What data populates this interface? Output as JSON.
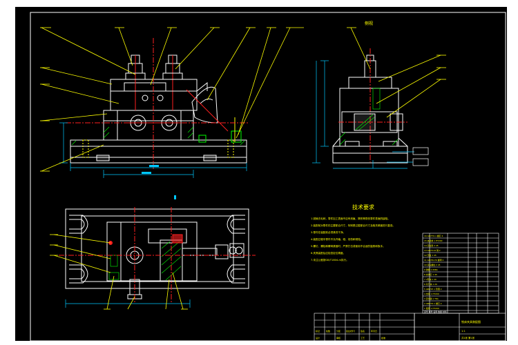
{
  "drawing": {
    "side_view_title": "侧视",
    "tech_req": {
      "title": "技术要求",
      "lines": [
        "1.锐棱去毛刺，零件加工表面不应有划痕、擦伤等损伤零件表面的缺陷。",
        "2.装配前对零件的主要配合尺寸，特别是过盈配合尺寸及相关精度进行复查。",
        "3.零件在装配前必须清洗干净。",
        "4.装配过程中零件不允许磕、碰、划伤和锈蚀。",
        "5.螺钉、螺栓和螺母紧固时，严禁打击或使用不合适的旋具和扳手。",
        "6.夹具装配后应检查定位精度。",
        "7.未注公差按GB/T1804-m执行。"
      ]
    },
    "title_block": {
      "name": "铣床夹具装配图",
      "scale": "1:1",
      "sheet": "共1张 第1张",
      "labels": [
        "标记",
        "处数",
        "分区",
        "更改文件号",
        "签名",
        "年月日",
        "设计",
        "审核",
        "工艺",
        "批准"
      ]
    },
    "bom_rows": [
      "16 GB/T70.1 螺钉 4",
      "15 夹具体 1 HT200",
      "14 定位键 2 45",
      "13 GB/T119 销 2",
      "12 压板 1 45",
      "11 GB/T6170 螺母 2",
      "10 双头螺柱 2 45",
      "9 弹簧 2 65Mn",
      "8 支承钉 1 45",
      "7 V形块 1 20",
      "6 对刀块 1 20",
      "5 GB/T97.1 垫圈 2",
      "4 支座 1 HT200",
      "3 定位销 1 T8A",
      "2 GB/T70.1 螺钉 2",
      "1 底座 1 HT200"
    ],
    "bom_header": "序号 代号 名称 数量 材料"
  },
  "colors": {
    "background": "#000000",
    "frame": "#ffffff",
    "outline": "#ffffff",
    "leader": "#ffff00",
    "centerline": "#ff2020",
    "hatch": "#00ff00",
    "dimension": "#00c8ff",
    "hidden": "#ffff00"
  }
}
